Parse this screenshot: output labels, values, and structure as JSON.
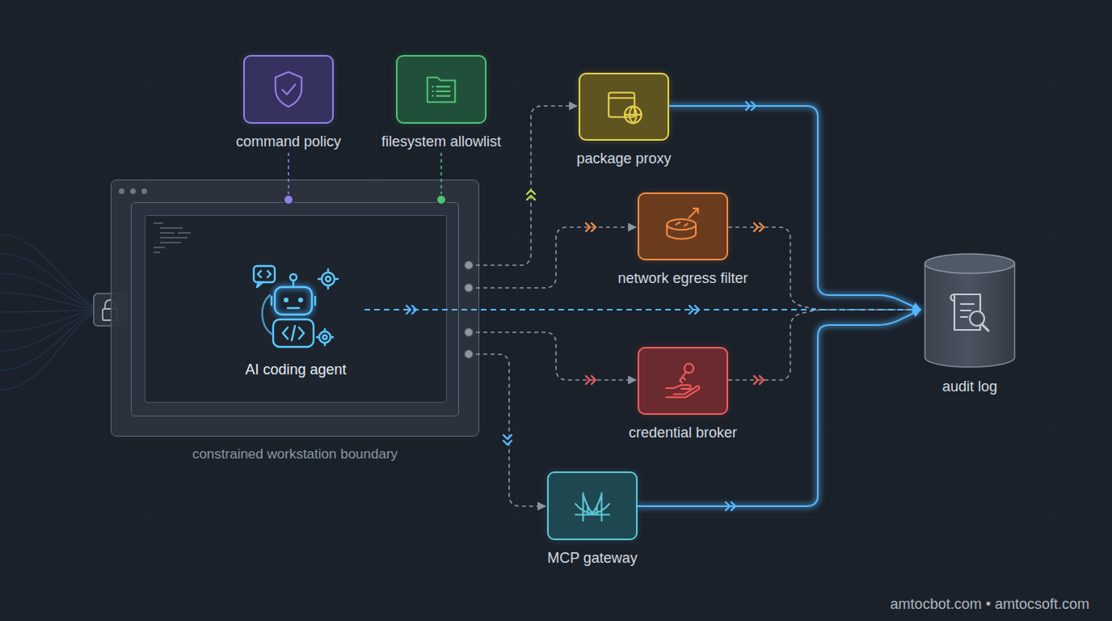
{
  "diagram": {
    "nodes": [
      {
        "text": [
          "constrained workstation boundary"
        ]
      },
      {
        "text": [
          "AI coding agent"
        ],
        "in": 0
      },
      {
        "text": [
          "command policy"
        ]
      },
      {
        "text": [
          "filesystem allowlist"
        ]
      },
      {
        "text": [
          "package proxy"
        ]
      },
      {
        "text": [
          "network egress filter"
        ]
      },
      {
        "text": [
          "credential broker"
        ]
      },
      {
        "text": [
          "MCP gateway"
        ]
      },
      {
        "text": [
          "audit log"
        ]
      }
    ],
    "edges": [
      {
        "from": 2,
        "to": 0,
        "arrow": "none"
      },
      {
        "from": 3,
        "to": 0,
        "arrow": "none"
      },
      {
        "from": 0,
        "to": 4,
        "arrow": "to"
      },
      {
        "from": 0,
        "to": 5,
        "arrow": "to"
      },
      {
        "from": 0,
        "to": 6,
        "arrow": "to"
      },
      {
        "from": 0,
        "to": 7,
        "arrow": "to"
      },
      {
        "from": 1,
        "to": 8,
        "arrow": "to"
      },
      {
        "from": 4,
        "to": 8,
        "arrow": "to"
      },
      {
        "from": 5,
        "to": 8,
        "arrow": "to"
      },
      {
        "from": 6,
        "to": 8,
        "arrow": "to"
      },
      {
        "from": 7,
        "to": 8,
        "arrow": "to"
      }
    ],
    "labels": [
      "amtocbot.com • amtocsoft.com"
    ]
  }
}
